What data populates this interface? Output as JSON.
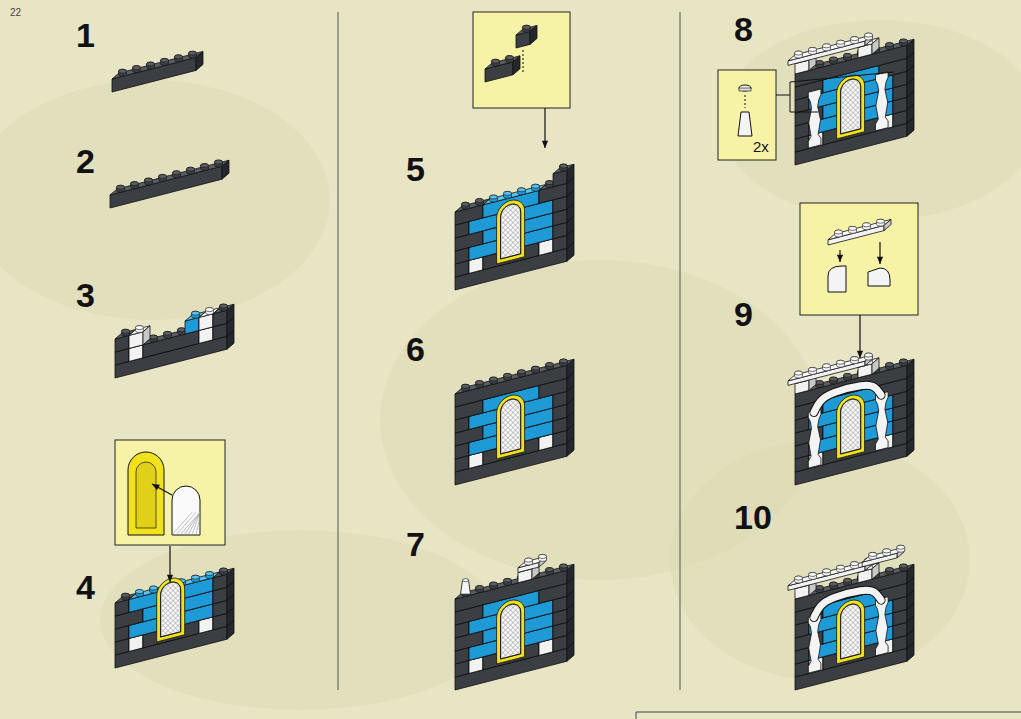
{
  "diagram": {
    "labels": [
      "22",
      "1",
      "2",
      "3",
      "4",
      "5",
      "6",
      "7",
      "8",
      "9",
      "10",
      "2x"
    ]
  }
}
